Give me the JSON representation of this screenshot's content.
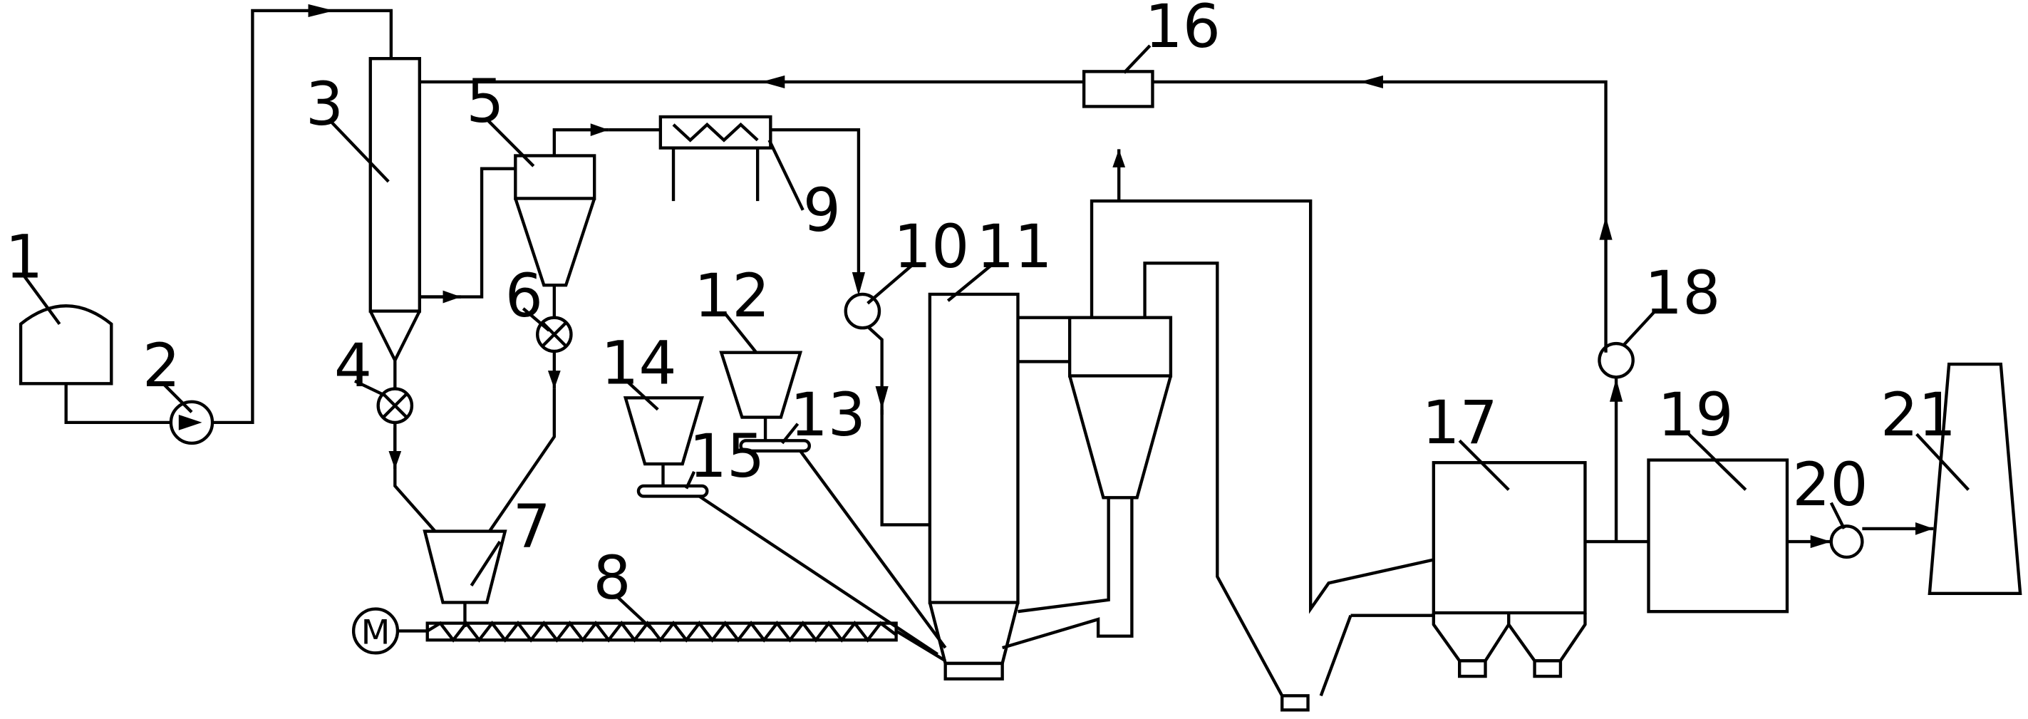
{
  "labels": {
    "n1": "1",
    "n2": "2",
    "n3": "3",
    "n4": "4",
    "n5": "5",
    "n6": "6",
    "n7": "7",
    "n8": "8",
    "n9": "9",
    "n10": "10",
    "n11": "11",
    "n12": "12",
    "n13": "13",
    "n14": "14",
    "n15": "15",
    "n16": "16",
    "n17": "17",
    "n18": "18",
    "n19": "19",
    "n20": "20",
    "n21": "21"
  },
  "motor_symbol": "M"
}
